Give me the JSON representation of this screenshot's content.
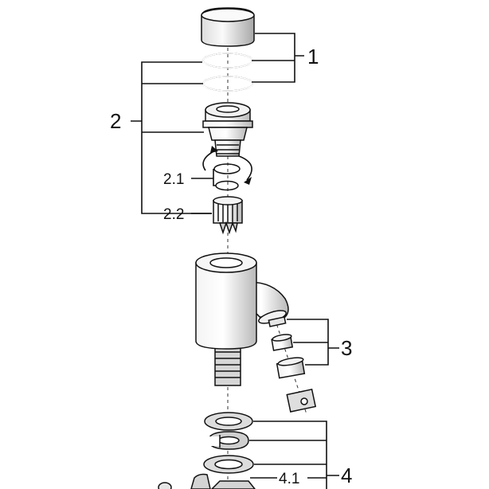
{
  "callouts": {
    "c1": "1",
    "c2": "2",
    "c2_1": "2.1",
    "c2_2": "2.2",
    "c3": "3",
    "c4": "4",
    "c4_1": "4.1"
  },
  "colors": {
    "line": "#111111",
    "part_fill": "#ffffff",
    "shade": "#c8c8c8"
  }
}
